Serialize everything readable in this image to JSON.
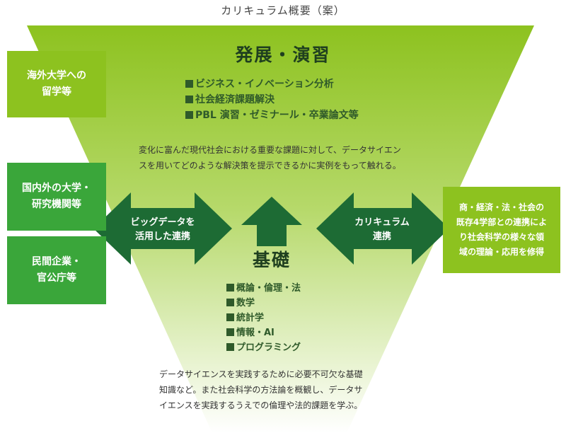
{
  "title": "カリキュラム概要（案）",
  "top_section": {
    "heading": "発展・演習",
    "bullets": [
      "ビジネス・イノベーション分析",
      "社会経済課題解決",
      "PBL 演習・ゼミナール・卒業論文等"
    ],
    "description": "変化に富んだ現代社会における重要な課題に対して、データサイエン\nスを用いてどのような解決策を提示できるかに実例をもって触れる。"
  },
  "bottom_section": {
    "heading": "基礎",
    "bullets": [
      "概論・倫理・法",
      "数学",
      "統計学",
      "情報・AI",
      "プログラミング"
    ],
    "description": "データサイエンスを実践するために必要不可欠な基礎\n知識など。また社会科学の方法論を概観し、データサ\nイエンスを実践するうえでの倫理や法的課題を学ぶ。"
  },
  "left_boxes": [
    "海外大学への\n留学等",
    "国内外の大学・\n研究機関等",
    "民間企業・\n官公庁等"
  ],
  "left_arrow_label": "ビッグデータを\n活用した連携",
  "right_arrow_label": "カリキュラム\n連携",
  "right_box": "商・経済・法・社会の\n既存4学部との連携によ\nり社会科学の様々な領\n域の理論・応用を修得",
  "colors": {
    "funnel_top": "#8dc21f",
    "funnel_bottom": "#ffffff",
    "box_light": "#8dc21f",
    "box_mid": "#3aa63a",
    "arrow_dark": "#1d6b34",
    "heading": "#1f3f1f"
  }
}
